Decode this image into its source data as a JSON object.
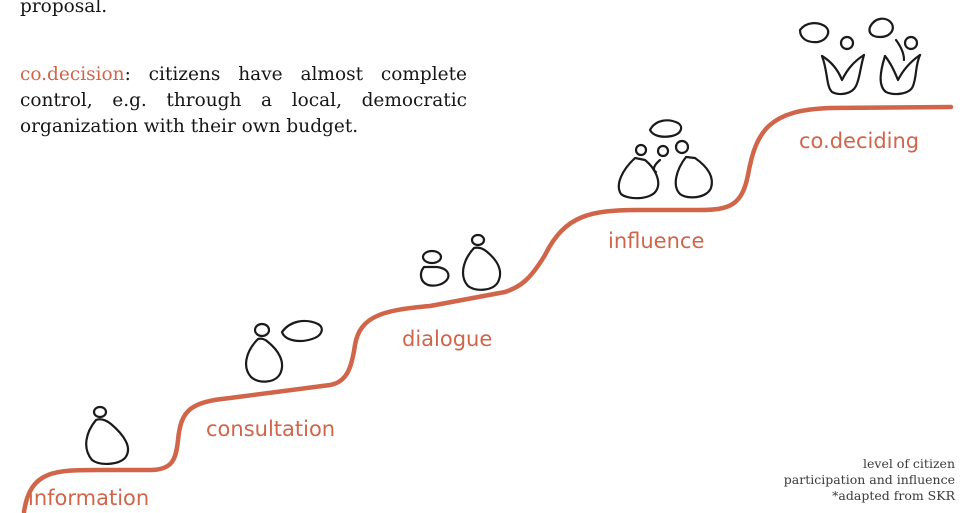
{
  "text": {
    "top_line": "proposal.",
    "term": "co.decision",
    "colon": ":",
    "description": " citizens have almost complete control, e.g. through a local, democratic organization with their own budget."
  },
  "steps": [
    {
      "label": "information"
    },
    {
      "label": "consultation"
    },
    {
      "label": "dialogue"
    },
    {
      "label": "influence"
    },
    {
      "label": "co.deciding"
    }
  ],
  "credit": {
    "line1": "level of citizen",
    "line2": "participation and influence",
    "line3": "*adapted from SKR"
  },
  "colors": {
    "accent": "#d0654a",
    "ink": "#1a1a1a"
  },
  "icons": [
    "person-icon",
    "group-icon"
  ]
}
